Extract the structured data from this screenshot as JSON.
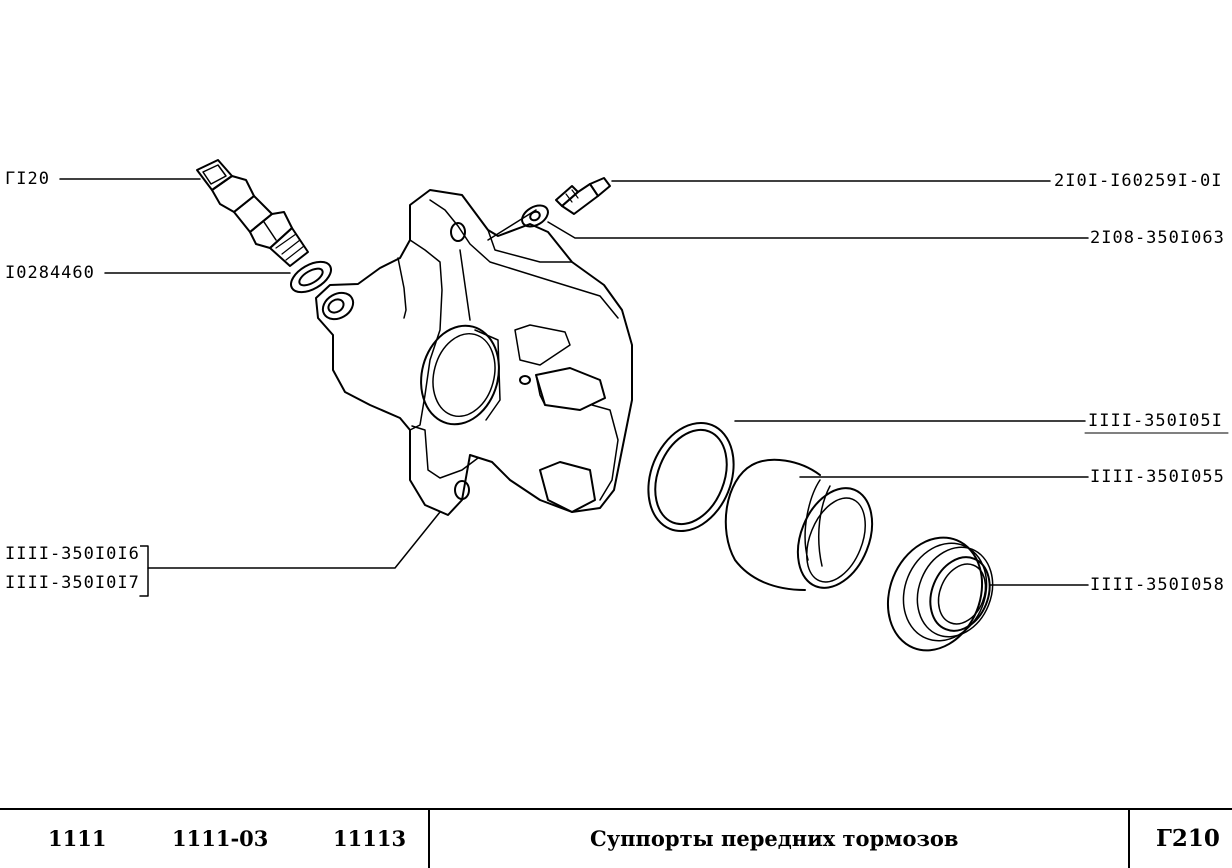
{
  "callouts": {
    "hose": "ГI20",
    "hose_washer": "I0284460",
    "bleeder": "2I0I-I60259I-0I",
    "bleeder_cap": "2I08-350I063",
    "piston_seal": "IIII-350I05I",
    "piston": "IIII-350I055",
    "boot": "IIII-350I058",
    "caliper_left": "IIII-350I0I6",
    "caliper_right": "IIII-350I0I7"
  },
  "footer": {
    "models": [
      "1111",
      "1111-03",
      "11113"
    ],
    "title": "Суппорты передних тормозов",
    "page": "Г210"
  }
}
